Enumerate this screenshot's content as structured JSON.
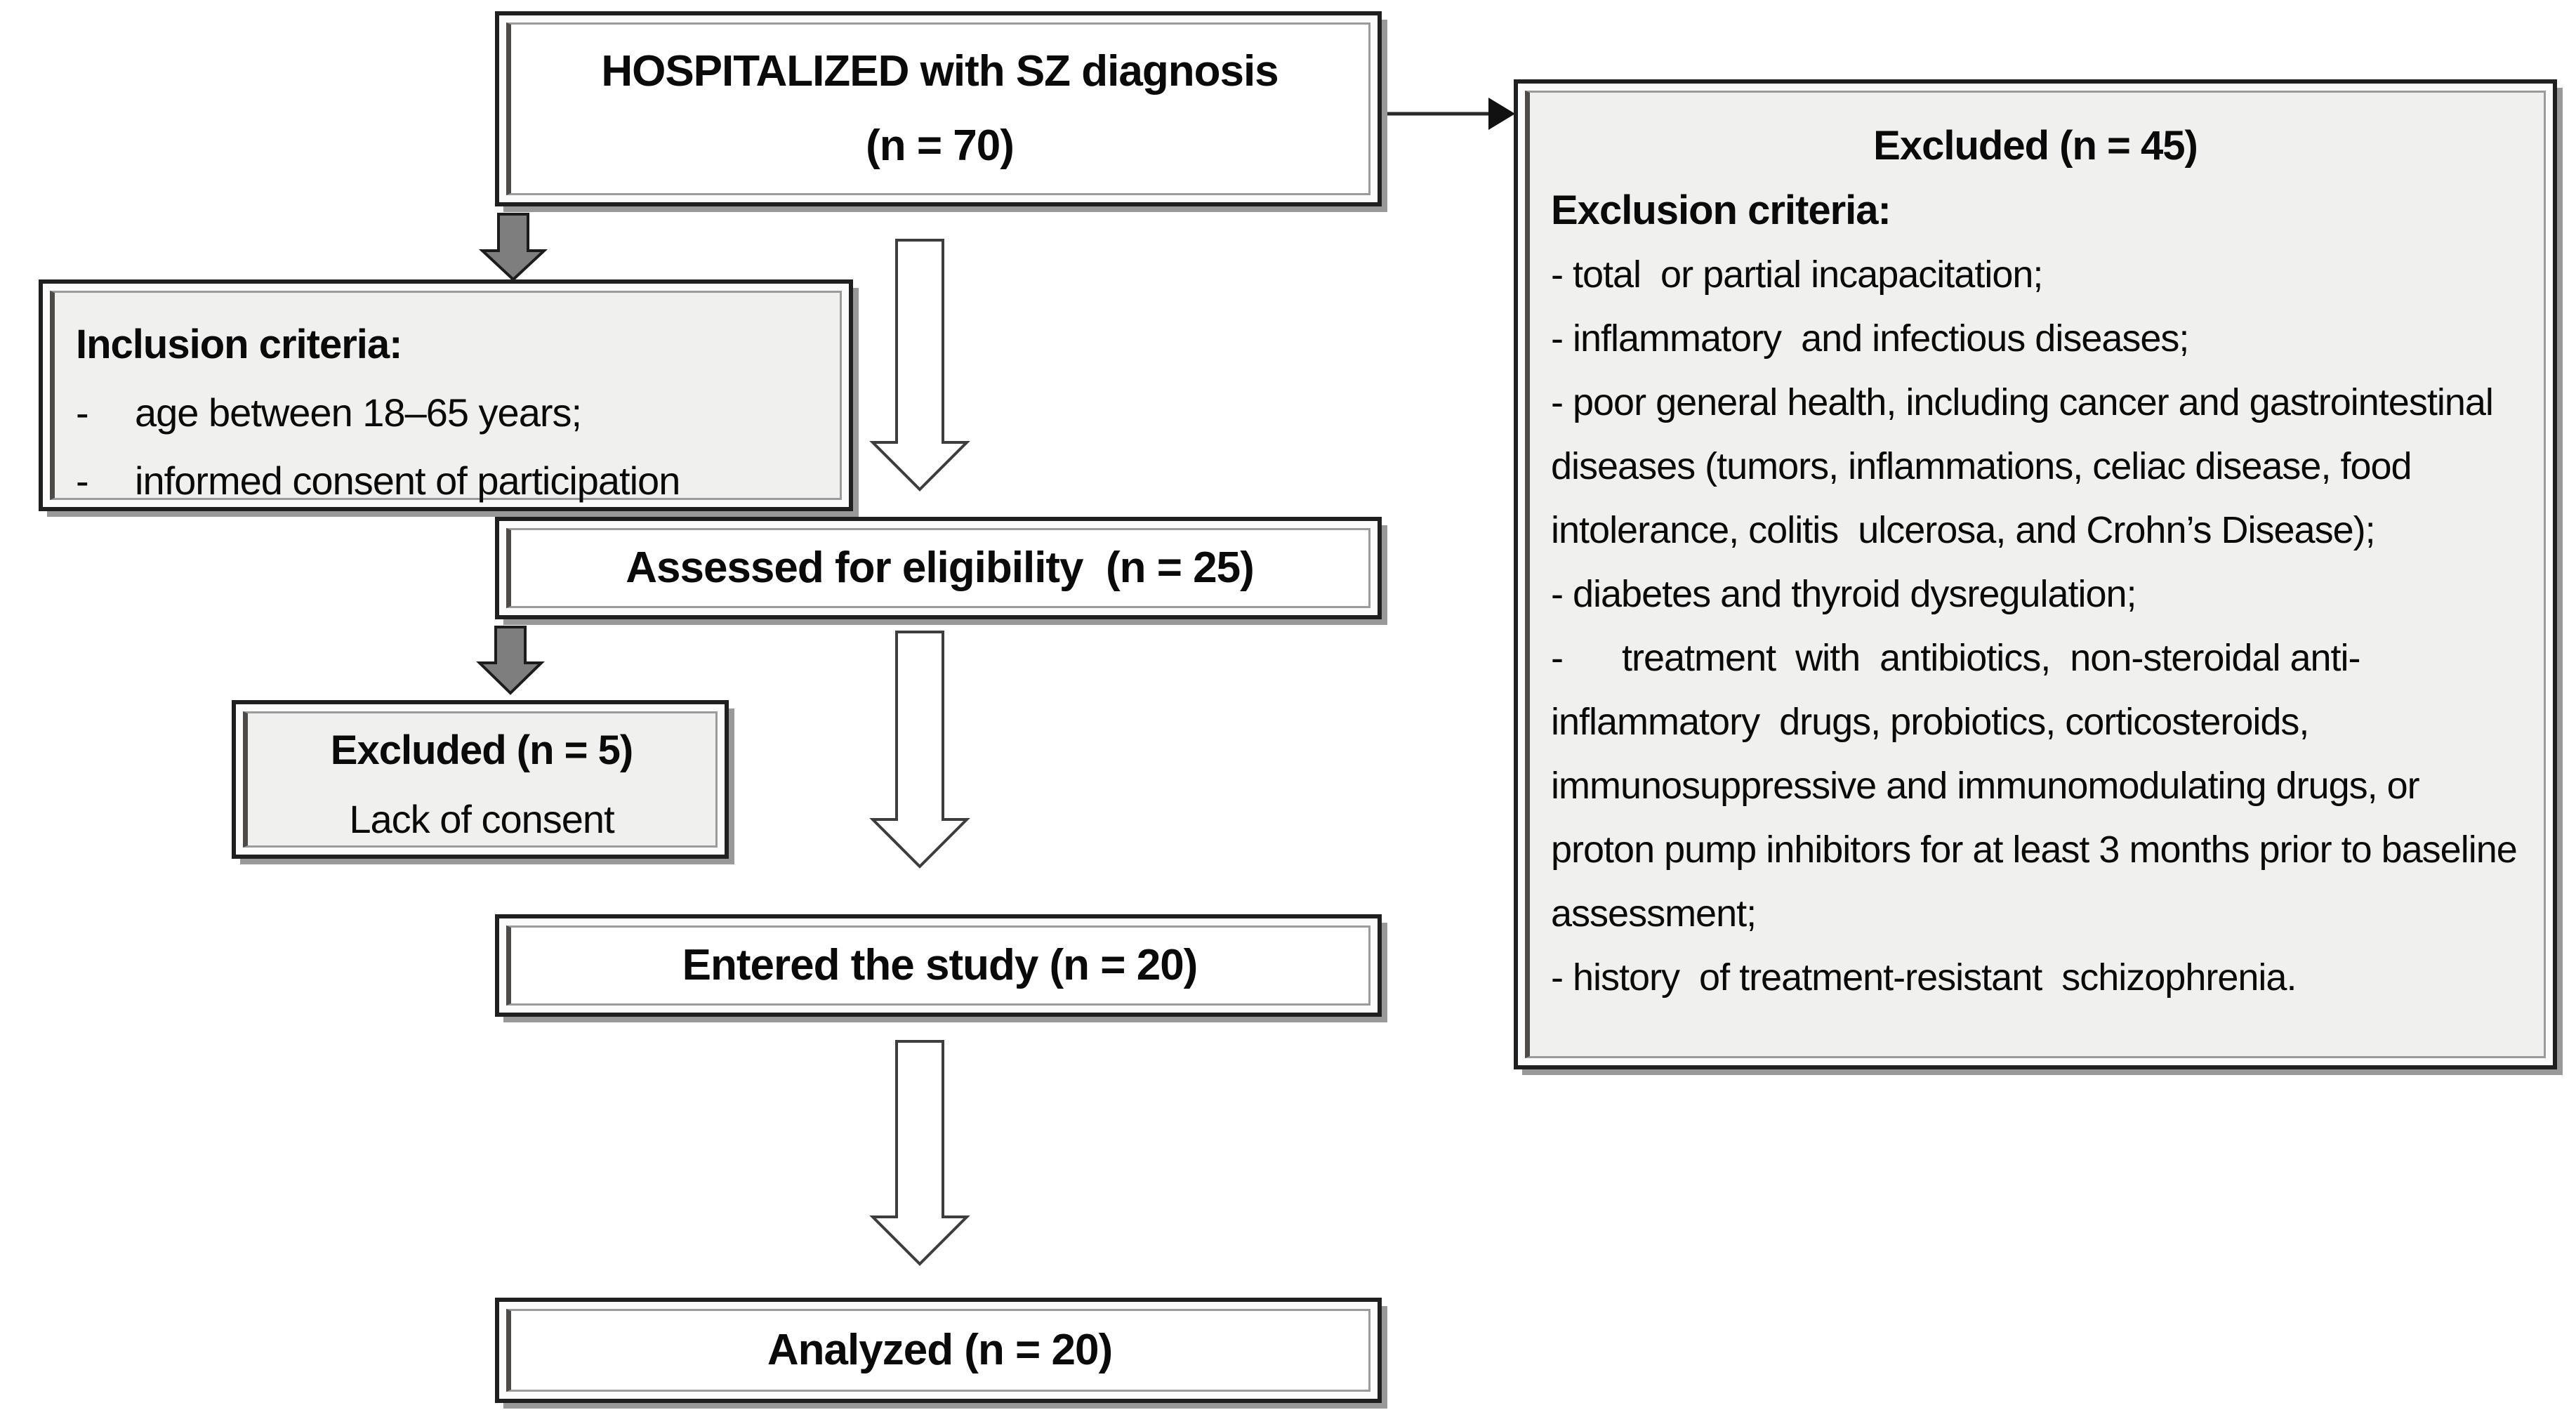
{
  "flow": {
    "dash": "-",
    "top_box": {
      "line1": "HOSPITALIZED with SZ diagnosis",
      "line2": "(n = 70)"
    },
    "inclusion_box": {
      "title": "Inclusion criteria:",
      "items": [
        "age between 18–65 years;",
        "informed consent of participation"
      ]
    },
    "assessed_box": {
      "label": "Assessed for eligibility  (n = 25)"
    },
    "excluded_small_box": {
      "title": "Excluded (n = 5)",
      "reason": "Lack of consent"
    },
    "entered_box": {
      "label": "Entered the study (n = 20)"
    },
    "analyzed_box": {
      "label": "Analyzed (n = 20)"
    },
    "excluded_large_box": {
      "title": "Excluded (n = 45)",
      "subtitle": "Exclusion criteria:",
      "items": [
        "- total  or partial incapacitation;",
        "- inflammatory  and infectious diseases;",
        "- poor general health, including cancer and gastrointestinal diseases (tumors, inflammations, celiac disease, food intolerance, colitis  ulcerosa, and Crohn’s Disease);",
        "- diabetes and thyroid dysregulation;",
        "-      treatment  with  antibiotics,  non-steroidal anti-inflammatory  drugs, probiotics, corticosteroids, immunosuppressive and immunomodulating drugs, or proton pump inhibitors for at least 3 months prior to baseline assessment;",
        "- history  of treatment-resistant  schizophrenia."
      ]
    }
  },
  "colors": {
    "box_border": "#1f1f1f",
    "inner_border": "#9b9b9b",
    "gray_fill": "#f0f0ee",
    "white_fill": "#ffffff",
    "arrow_gray": "#7e7e7e",
    "shadow": "#999999"
  }
}
